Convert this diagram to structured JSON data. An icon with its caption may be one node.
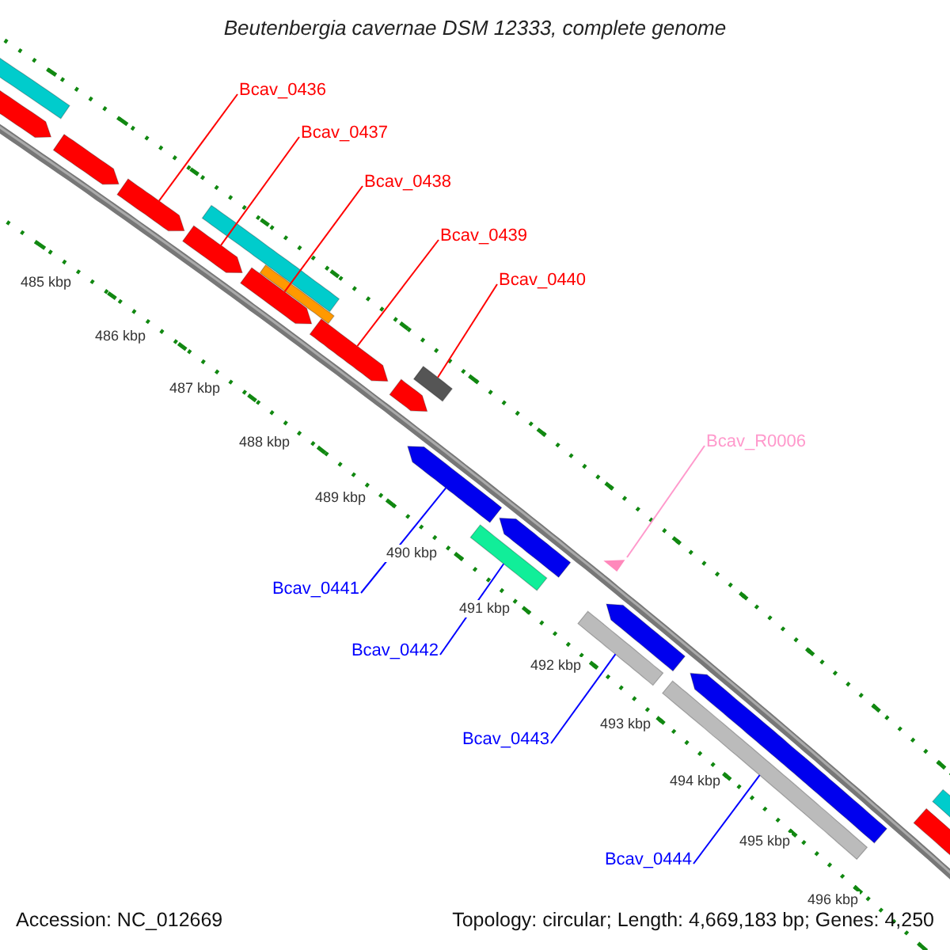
{
  "diagram": {
    "title": "Beutenbergia cavernae DSM 12333, complete genome",
    "nodes": [
      {
        "text": [
          "Bcav_0436"
        ]
      },
      {
        "text": [
          "Bcav_0437"
        ]
      },
      {
        "text": [
          "Bcav_0438"
        ]
      },
      {
        "text": [
          "Bcav_0439"
        ]
      },
      {
        "text": [
          "Bcav_0440"
        ]
      },
      {
        "text": [
          "Bcav_R0006"
        ]
      },
      {
        "text": [
          "Bcav_0441"
        ]
      },
      {
        "text": [
          "Bcav_0442"
        ]
      },
      {
        "text": [
          "Bcav_0443"
        ]
      },
      {
        "text": [
          "Bcav_0444"
        ]
      },
      {
        "text": [],
        "shape": "bar"
      },
      {
        "text": [],
        "shape": "bar"
      },
      {
        "text": [],
        "shape": "bar"
      },
      {
        "text": [],
        "shape": "bar"
      },
      {
        "text": [],
        "shape": "bar"
      },
      {
        "text": [],
        "shape": "bar"
      },
      {
        "text": [],
        "shape": "bar"
      },
      {
        "text": [],
        "shape": "bar"
      },
      {
        "text": [],
        "shape": "bar"
      },
      {
        "text": [],
        "shape": "bar"
      },
      {
        "text": [],
        "shape": "bar"
      },
      {
        "text": [],
        "shape": "bar"
      },
      {
        "text": [],
        "shape": "bar"
      },
      {
        "text": [],
        "shape": "bar"
      },
      {
        "text": [],
        "shape": "bar"
      },
      {
        "text": [],
        "shape": "bar"
      },
      {
        "text": [],
        "shape": "triangle"
      },
      {
        "text": [],
        "shape": "bar"
      },
      {
        "text": [],
        "shape": "bar"
      },
      {
        "text": [],
        "shape": "bar"
      },
      {
        "text": [],
        "shape": "bar"
      }
    ],
    "edges": [
      {
        "from": 0,
        "to": 13,
        "arrow": "none"
      },
      {
        "from": 1,
        "to": 14,
        "arrow": "none"
      },
      {
        "from": 2,
        "to": 16,
        "arrow": "none"
      },
      {
        "from": 3,
        "to": 18,
        "arrow": "none"
      },
      {
        "from": 4,
        "to": 21,
        "arrow": "none"
      },
      {
        "from": 5,
        "to": 26,
        "arrow": "none",
        "color": "#ff99cc"
      },
      {
        "from": 6,
        "to": 20,
        "arrow": "none",
        "color": "#0000ff"
      },
      {
        "from": 7,
        "to": 22,
        "arrow": "none",
        "color": "#0000ff"
      },
      {
        "from": 8,
        "to": 24,
        "arrow": "none",
        "color": "#0000ff"
      },
      {
        "from": 9,
        "to": 27,
        "arrow": "none",
        "color": "#0000ff"
      }
    ],
    "labels": [
      "485 kbp",
      "486 kbp",
      "487 kbp",
      "488 kbp",
      "489 kbp",
      "490 kbp",
      "491 kbp",
      "492 kbp",
      "493 kbp",
      "494 kbp",
      "495 kbp",
      "496 kbp",
      "Accession: NC_012669",
      "Topology: circular; Length: 4,669,183 bp; Genes: 4,250"
    ]
  }
}
